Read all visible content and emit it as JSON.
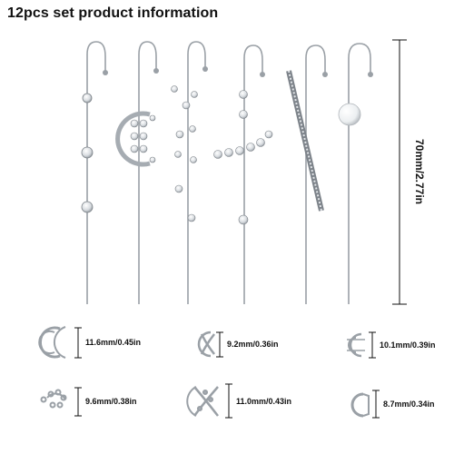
{
  "title": "12pcs set product information",
  "length_label": "70mm/2.77in",
  "cuffs": [
    {
      "label": "11.6mm/0.45in"
    },
    {
      "label": "9.2mm/0.36in"
    },
    {
      "label": "10.1mm/0.39in"
    },
    {
      "label": "9.6mm/0.38in"
    },
    {
      "label": "11.0mm/0.43in"
    },
    {
      "label": "8.7mm/0.34in"
    }
  ],
  "colors": {
    "metal": "#9aa0a6",
    "metal_dark": "#6f757b",
    "text": "#111111"
  }
}
